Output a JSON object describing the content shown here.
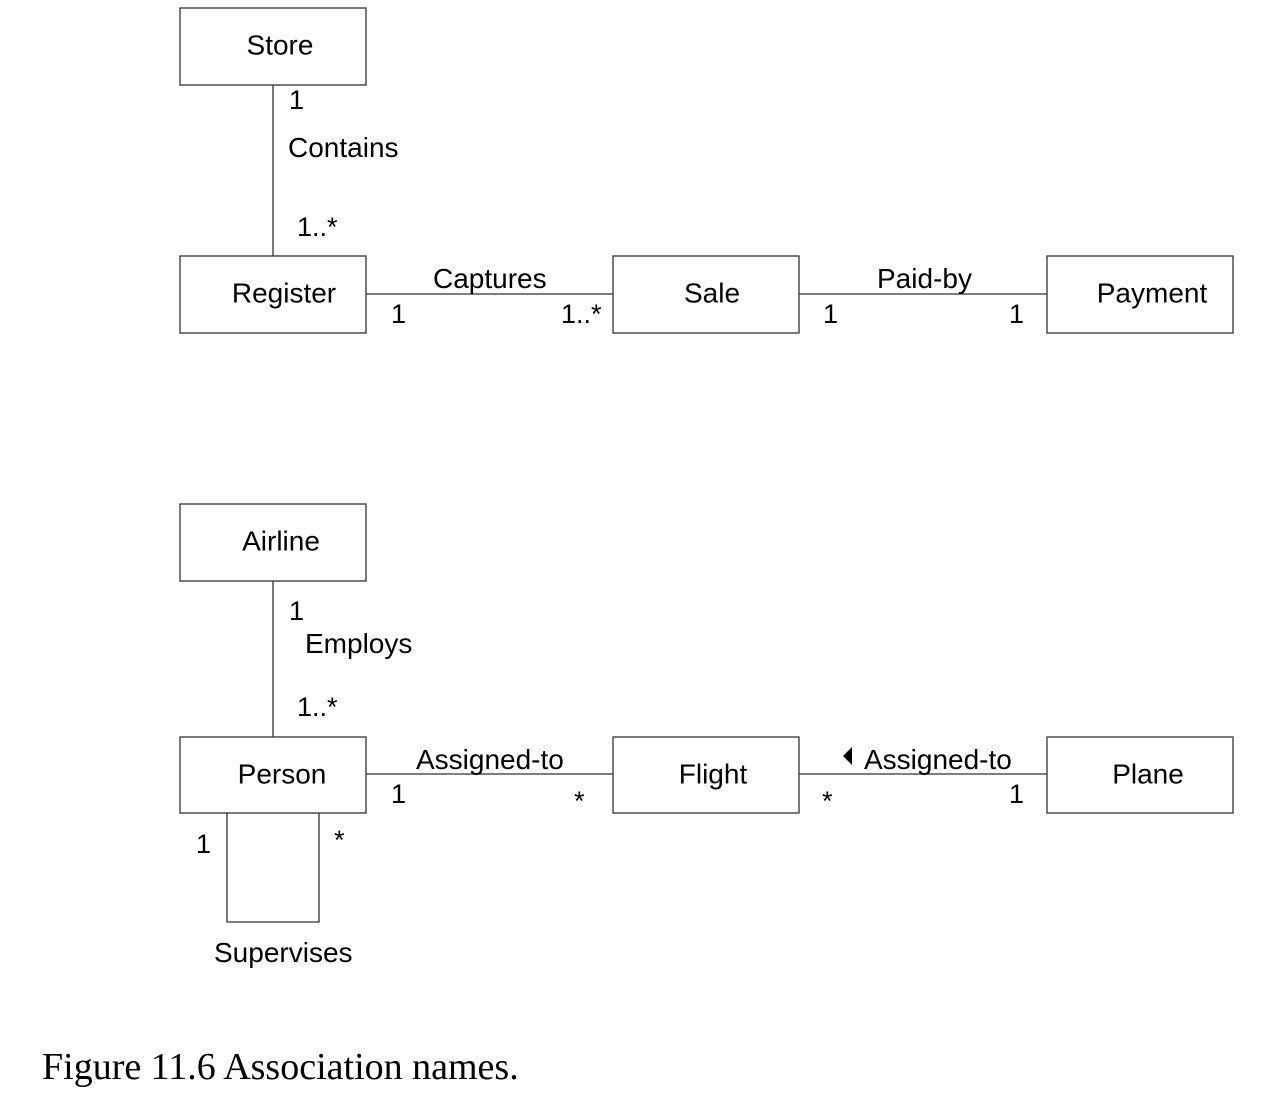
{
  "classes": {
    "store": "Store",
    "register": "Register",
    "sale": "Sale",
    "payment": "Payment",
    "airline": "Airline",
    "person": "Person",
    "flight": "Flight",
    "plane": "Plane"
  },
  "associations": {
    "contains": {
      "name": "Contains",
      "mult_store": "1",
      "mult_register": "1..*"
    },
    "captures": {
      "name": "Captures",
      "mult_register": "1",
      "mult_sale": "1..*"
    },
    "paid_by": {
      "name": "Paid-by",
      "mult_sale": "1",
      "mult_payment": "1"
    },
    "employs": {
      "name": "Employs",
      "mult_airline": "1",
      "mult_person": "1..*"
    },
    "person_flight": {
      "name": "Assigned-to",
      "mult_person": "1",
      "mult_flight": "*"
    },
    "plane_flight": {
      "name": "Assigned-to",
      "direction_icon": "triangle-left-icon",
      "mult_flight": "*",
      "mult_plane": "1"
    },
    "supervises": {
      "name": "Supervises",
      "mult_left": "1",
      "mult_right": "*"
    }
  },
  "caption": "Figure 11.6 Association names."
}
